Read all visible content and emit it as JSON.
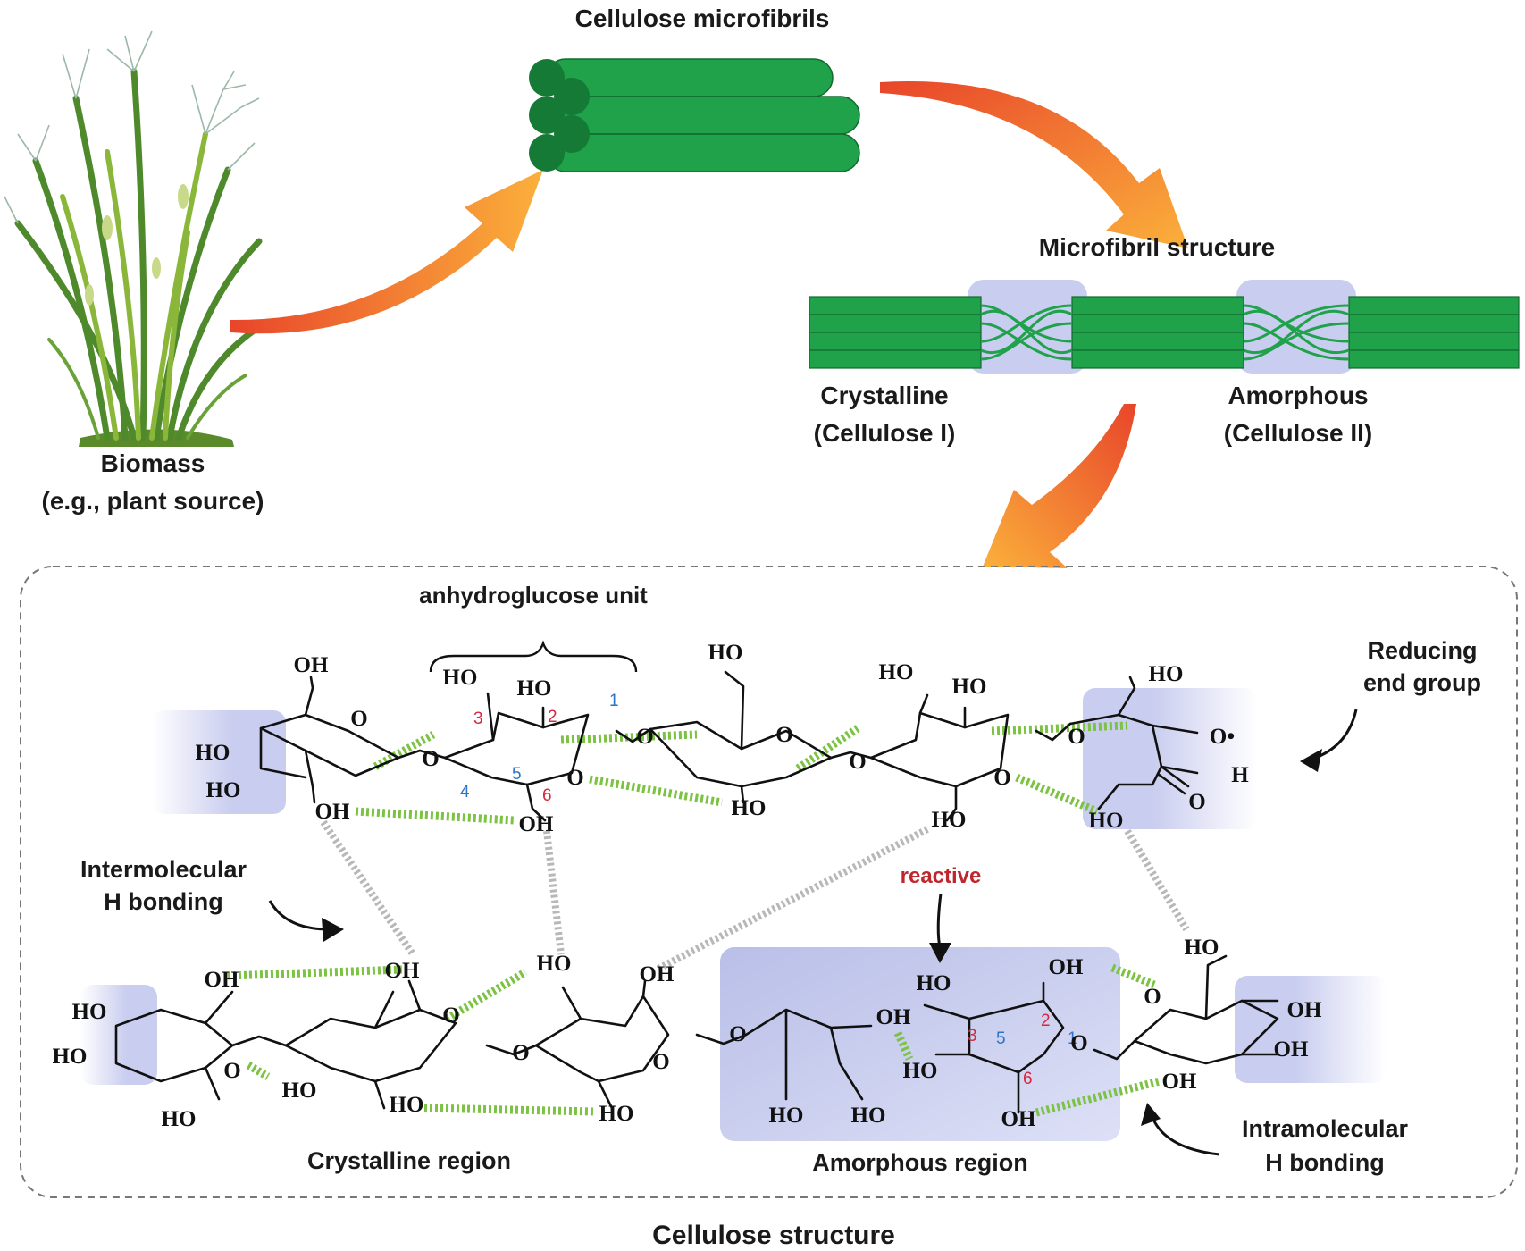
{
  "title": "Cellulose structure",
  "labels": {
    "biomass_1": "Biomass",
    "biomass_2": "(e.g., plant source)",
    "microfibrils": "Cellulose microfibrils",
    "microfibril_structure": "Microfibril structure",
    "crystalline_1": "Crystalline",
    "crystalline_2": "(Cellulose I)",
    "amorphous_1": "Amorphous",
    "amorphous_2": "(Cellulose II)",
    "anhydroglucose": "anhydroglucose unit",
    "reducing_1": "Reducing",
    "reducing_2": "end group",
    "inter_1": "Intermolecular",
    "inter_2": "H bonding",
    "intra_1": "Intramolecular",
    "intra_2": "H bonding",
    "reactive": "reactive",
    "crystalline_region": "Crystalline region",
    "amorphous_region": "Amorphous region"
  },
  "atoms": {
    "oh": "OH",
    "ho": "HO",
    "o": "O",
    "h": "H",
    "o_radical": "O•"
  },
  "carbon_numbers": [
    "1",
    "2",
    "3",
    "4",
    "5",
    "6"
  ],
  "colors": {
    "fibril_green": "#1fa24a",
    "fibril_dark": "#157a35",
    "arrow_orange": "#f7941d",
    "arrow_red": "#e8452a",
    "highlight_blue": "#c9cdef",
    "hbond_green": "#7cc243",
    "hbond_gray": "#b8b8b8",
    "num_red": "#d7263d",
    "num_blue": "#2b74c7"
  }
}
